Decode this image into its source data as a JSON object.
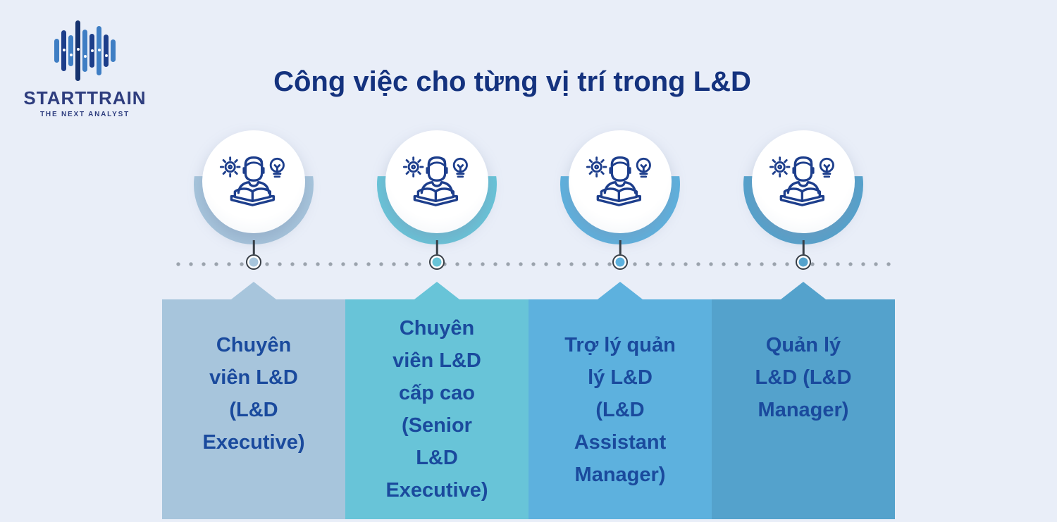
{
  "brand": {
    "name": "STARTTRAIN",
    "tagline": "THE NEXT ANALYST"
  },
  "title": "Công việc cho từng vị trí trong L&D",
  "timeline": {
    "node_count": 4,
    "icon_badge_icons": [
      "gear-icon",
      "person-icon",
      "lightbulb-icon",
      "open-book-icon"
    ]
  },
  "positions": [
    {
      "label": [
        "Chuyên",
        "viên L&D",
        "(L&D",
        "Executive)"
      ],
      "color": "#a7c5dc"
    },
    {
      "label": [
        "Chuyên",
        "viên L&D",
        "cấp cao",
        "(Senior",
        "L&D",
        "Executive)"
      ],
      "color": "#68c4d8"
    },
    {
      "label": [
        "Trợ lý quản",
        "lý L&D",
        "(L&D",
        "Assistant",
        "Manager)"
      ],
      "color": "#5db1de"
    },
    {
      "label": [
        "Quản lý",
        "L&D (L&D",
        "Manager)"
      ],
      "color": "#54a2cc"
    }
  ],
  "colors": {
    "background": "#e9eef8",
    "title_text": "#14327e",
    "label_text": "#1a4a9d",
    "timeline_dot": "#9ba3ad",
    "node_ring": "#383f47",
    "icon_stroke": "#1d3e8c",
    "logo_navy": "#1d3e8a",
    "logo_blue": "#3f7ec4",
    "logo_text": "#2e3d7e"
  }
}
